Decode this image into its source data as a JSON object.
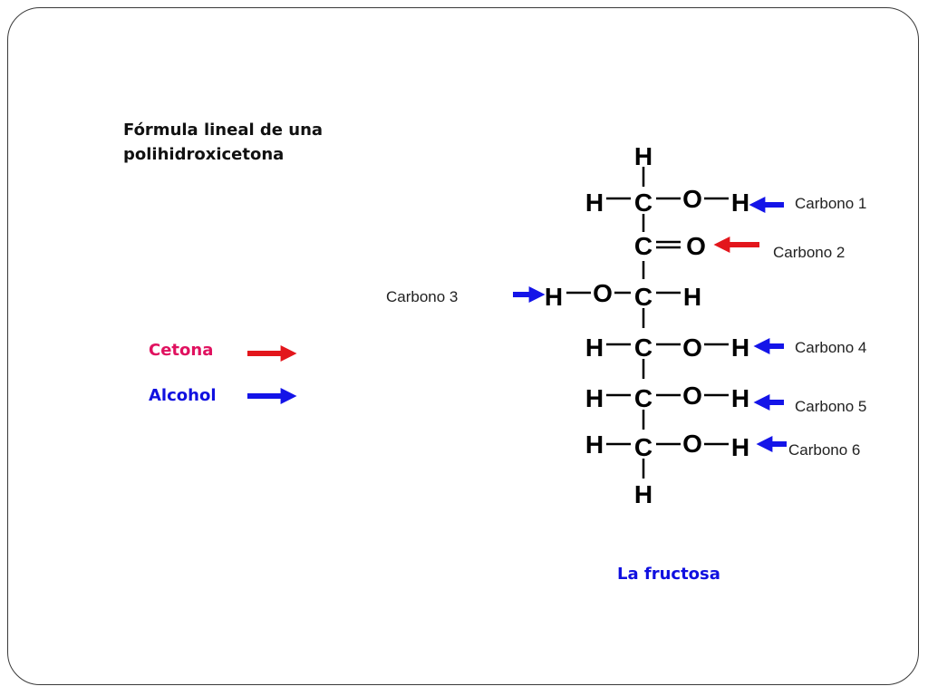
{
  "title": "Fórmula lineal de una\npolihidroxicetona",
  "legend": {
    "ketone": {
      "label": "Cetona",
      "color": "#e0115f",
      "arrow_color": "#e3161c"
    },
    "alcohol": {
      "label": "Alcohol",
      "color": "#1010e0",
      "arrow_color": "#1414e8"
    }
  },
  "caption": {
    "text": "La fructosa",
    "color": "#1010e0"
  },
  "atom_symbols": {
    "carbon": "C",
    "hydrogen": "H",
    "oxygen": "O"
  },
  "carbon_labels": [
    {
      "text": "Carbono 1",
      "group": "alcohol"
    },
    {
      "text": "Carbono 2",
      "group": "ketone"
    },
    {
      "text": "Carbono 3",
      "group": "alcohol"
    },
    {
      "text": "Carbono 4",
      "group": "alcohol"
    },
    {
      "text": "Carbono 5",
      "group": "alcohol"
    },
    {
      "text": "Carbono 6",
      "group": "alcohol"
    }
  ]
}
